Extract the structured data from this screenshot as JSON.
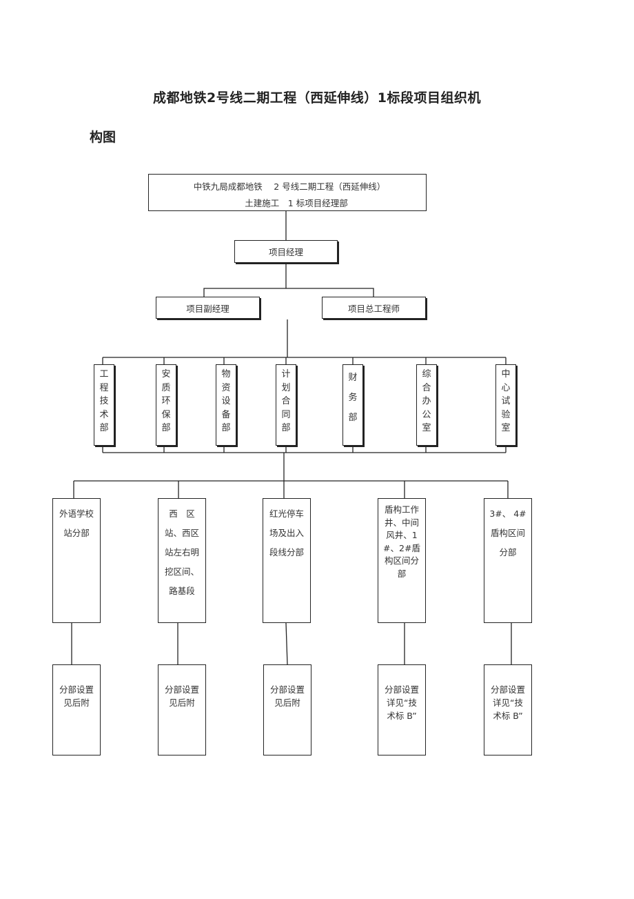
{
  "title": "成都地铁2号线二期工程（西延伸线）1标段项目组织机",
  "title_cont": "构图",
  "root": {
    "line1": "中铁九局成都地铁　 2 号线二期工程（西延伸线）",
    "line2": "土建施工　1 标项目经理部"
  },
  "manager": "项目经理",
  "deputies": [
    "项目副经理",
    "项目总工程师"
  ],
  "departments": [
    "工程技术部",
    "安质环保部",
    "物资设备部",
    "计划合同部",
    "财　务部",
    "综合办公室",
    "中心试验室"
  ],
  "branches": [
    "外语学校站分部",
    "西　区站、西区站左右明挖区间、路基段",
    "红光停车场及出入段线分部",
    "盾构工作井、中间风井、1#、2#盾构区间分部",
    "3#、 4#盾构区间分部"
  ],
  "leaves": [
    "分部设置见后附",
    "分部设置见后附",
    "分部设置见后附",
    "分部设置详见“技术标 B”",
    "分部设置详见“技术标 B”"
  ]
}
